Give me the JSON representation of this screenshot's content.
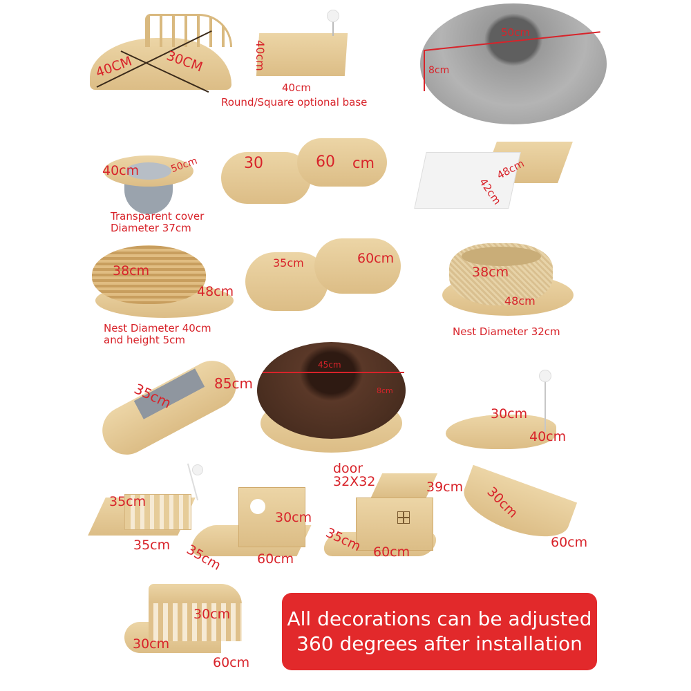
{
  "products": [
    {
      "id": "corner-shelf-rail",
      "labels": [
        "40CM",
        "30CM"
      ]
    },
    {
      "id": "square-base",
      "labels": [
        "40cm",
        "40cm"
      ],
      "caption": "Round/Square optional base"
    },
    {
      "id": "gray-plush-bed",
      "labels": [
        "50cm",
        "8cm"
      ]
    },
    {
      "id": "space-capsule-bowl",
      "labels": [
        "40cm",
        "50cm"
      ],
      "caption_lines": [
        "Transparent cover",
        "Diameter 37cm"
      ]
    },
    {
      "id": "double-nest-rail",
      "labels": [
        "30",
        "60",
        "cm"
      ]
    },
    {
      "id": "hammock-platform",
      "labels": [
        "48cm",
        "42cm"
      ]
    },
    {
      "id": "wicker-basket",
      "labels": [
        "38cm",
        "48cm"
      ],
      "caption_lines": [
        "Nest Diameter 40cm",
        "and height 5cm"
      ]
    },
    {
      "id": "peanut-rail-platform",
      "labels": [
        "35cm",
        "60cm"
      ]
    },
    {
      "id": "sisal-nest",
      "labels": [
        "38cm",
        "48cm"
      ],
      "caption": "Nest Diameter 32cm"
    },
    {
      "id": "bridge",
      "labels": [
        "35cm",
        "85cm"
      ]
    },
    {
      "id": "brown-plush-bed",
      "labels": [
        "45cm",
        "8cm"
      ]
    },
    {
      "id": "step-with-toy",
      "labels": [
        "30cm",
        "40cm"
      ]
    },
    {
      "id": "arched-box-toy",
      "labels": [
        "35cm",
        "35cm"
      ]
    },
    {
      "id": "tunnel-box",
      "labels": [
        "30cm",
        "35cm",
        "60cm"
      ]
    },
    {
      "id": "house",
      "labels": [
        "door",
        "32X32",
        "39cm",
        "35cm",
        "60cm"
      ]
    },
    {
      "id": "curved-rocker",
      "labels": [
        "30cm",
        "60cm"
      ]
    },
    {
      "id": "slatted-cabin",
      "labels": [
        "30cm",
        "30cm",
        "60cm"
      ]
    }
  ],
  "banner": {
    "line1": "All decorations can be adjusted",
    "line2": "360 degrees after installation"
  },
  "colors": {
    "label_red": "#d8232a",
    "banner_red": "#e2292b",
    "wood": "#e3c793"
  }
}
